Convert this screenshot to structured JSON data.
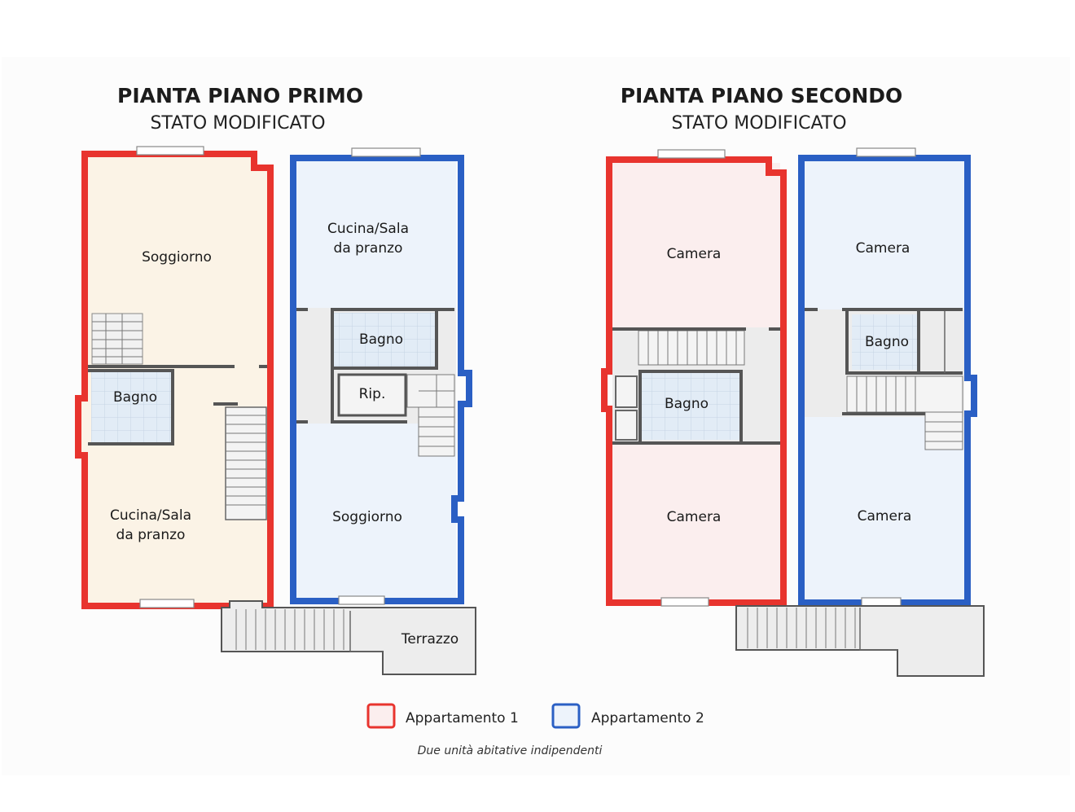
{
  "plans": {
    "first": {
      "title": "PIANTA PIANO PRIMO",
      "subtitle": "STATO MODIFICATO",
      "apt1_rooms": [
        "Soggiorno",
        "Bagno",
        "Cucina/Sala",
        "da pranzo"
      ],
      "apt2_rooms": [
        "Cucina/Sala",
        "da pranzo",
        "Bagno",
        "Rip.",
        "Soggiorno"
      ],
      "terrace": "Terrazzo"
    },
    "second": {
      "title": "PIANTA PIANO SECONDO",
      "subtitle": "STATO MODIFICATO",
      "apt1_rooms": [
        "Camera",
        "Bagno",
        "Camera"
      ],
      "apt2_rooms": [
        "Camera",
        "Bagno",
        "Camera"
      ]
    }
  },
  "legend": {
    "apt1": {
      "label": "Appartamento 1",
      "color": "#e8342e"
    },
    "apt2": {
      "label": "Appartamento 2",
      "color": "#2a5fc4"
    }
  },
  "caption": "Due unità abitative indipendenti",
  "colors": {
    "apt1_fill_first": "#fbf3e6",
    "apt1_fill_second": "#fbeeee",
    "apt2_fill": "#edf3fb",
    "service_fill": "#ececec",
    "bath_fill": "#e2ecf6"
  }
}
